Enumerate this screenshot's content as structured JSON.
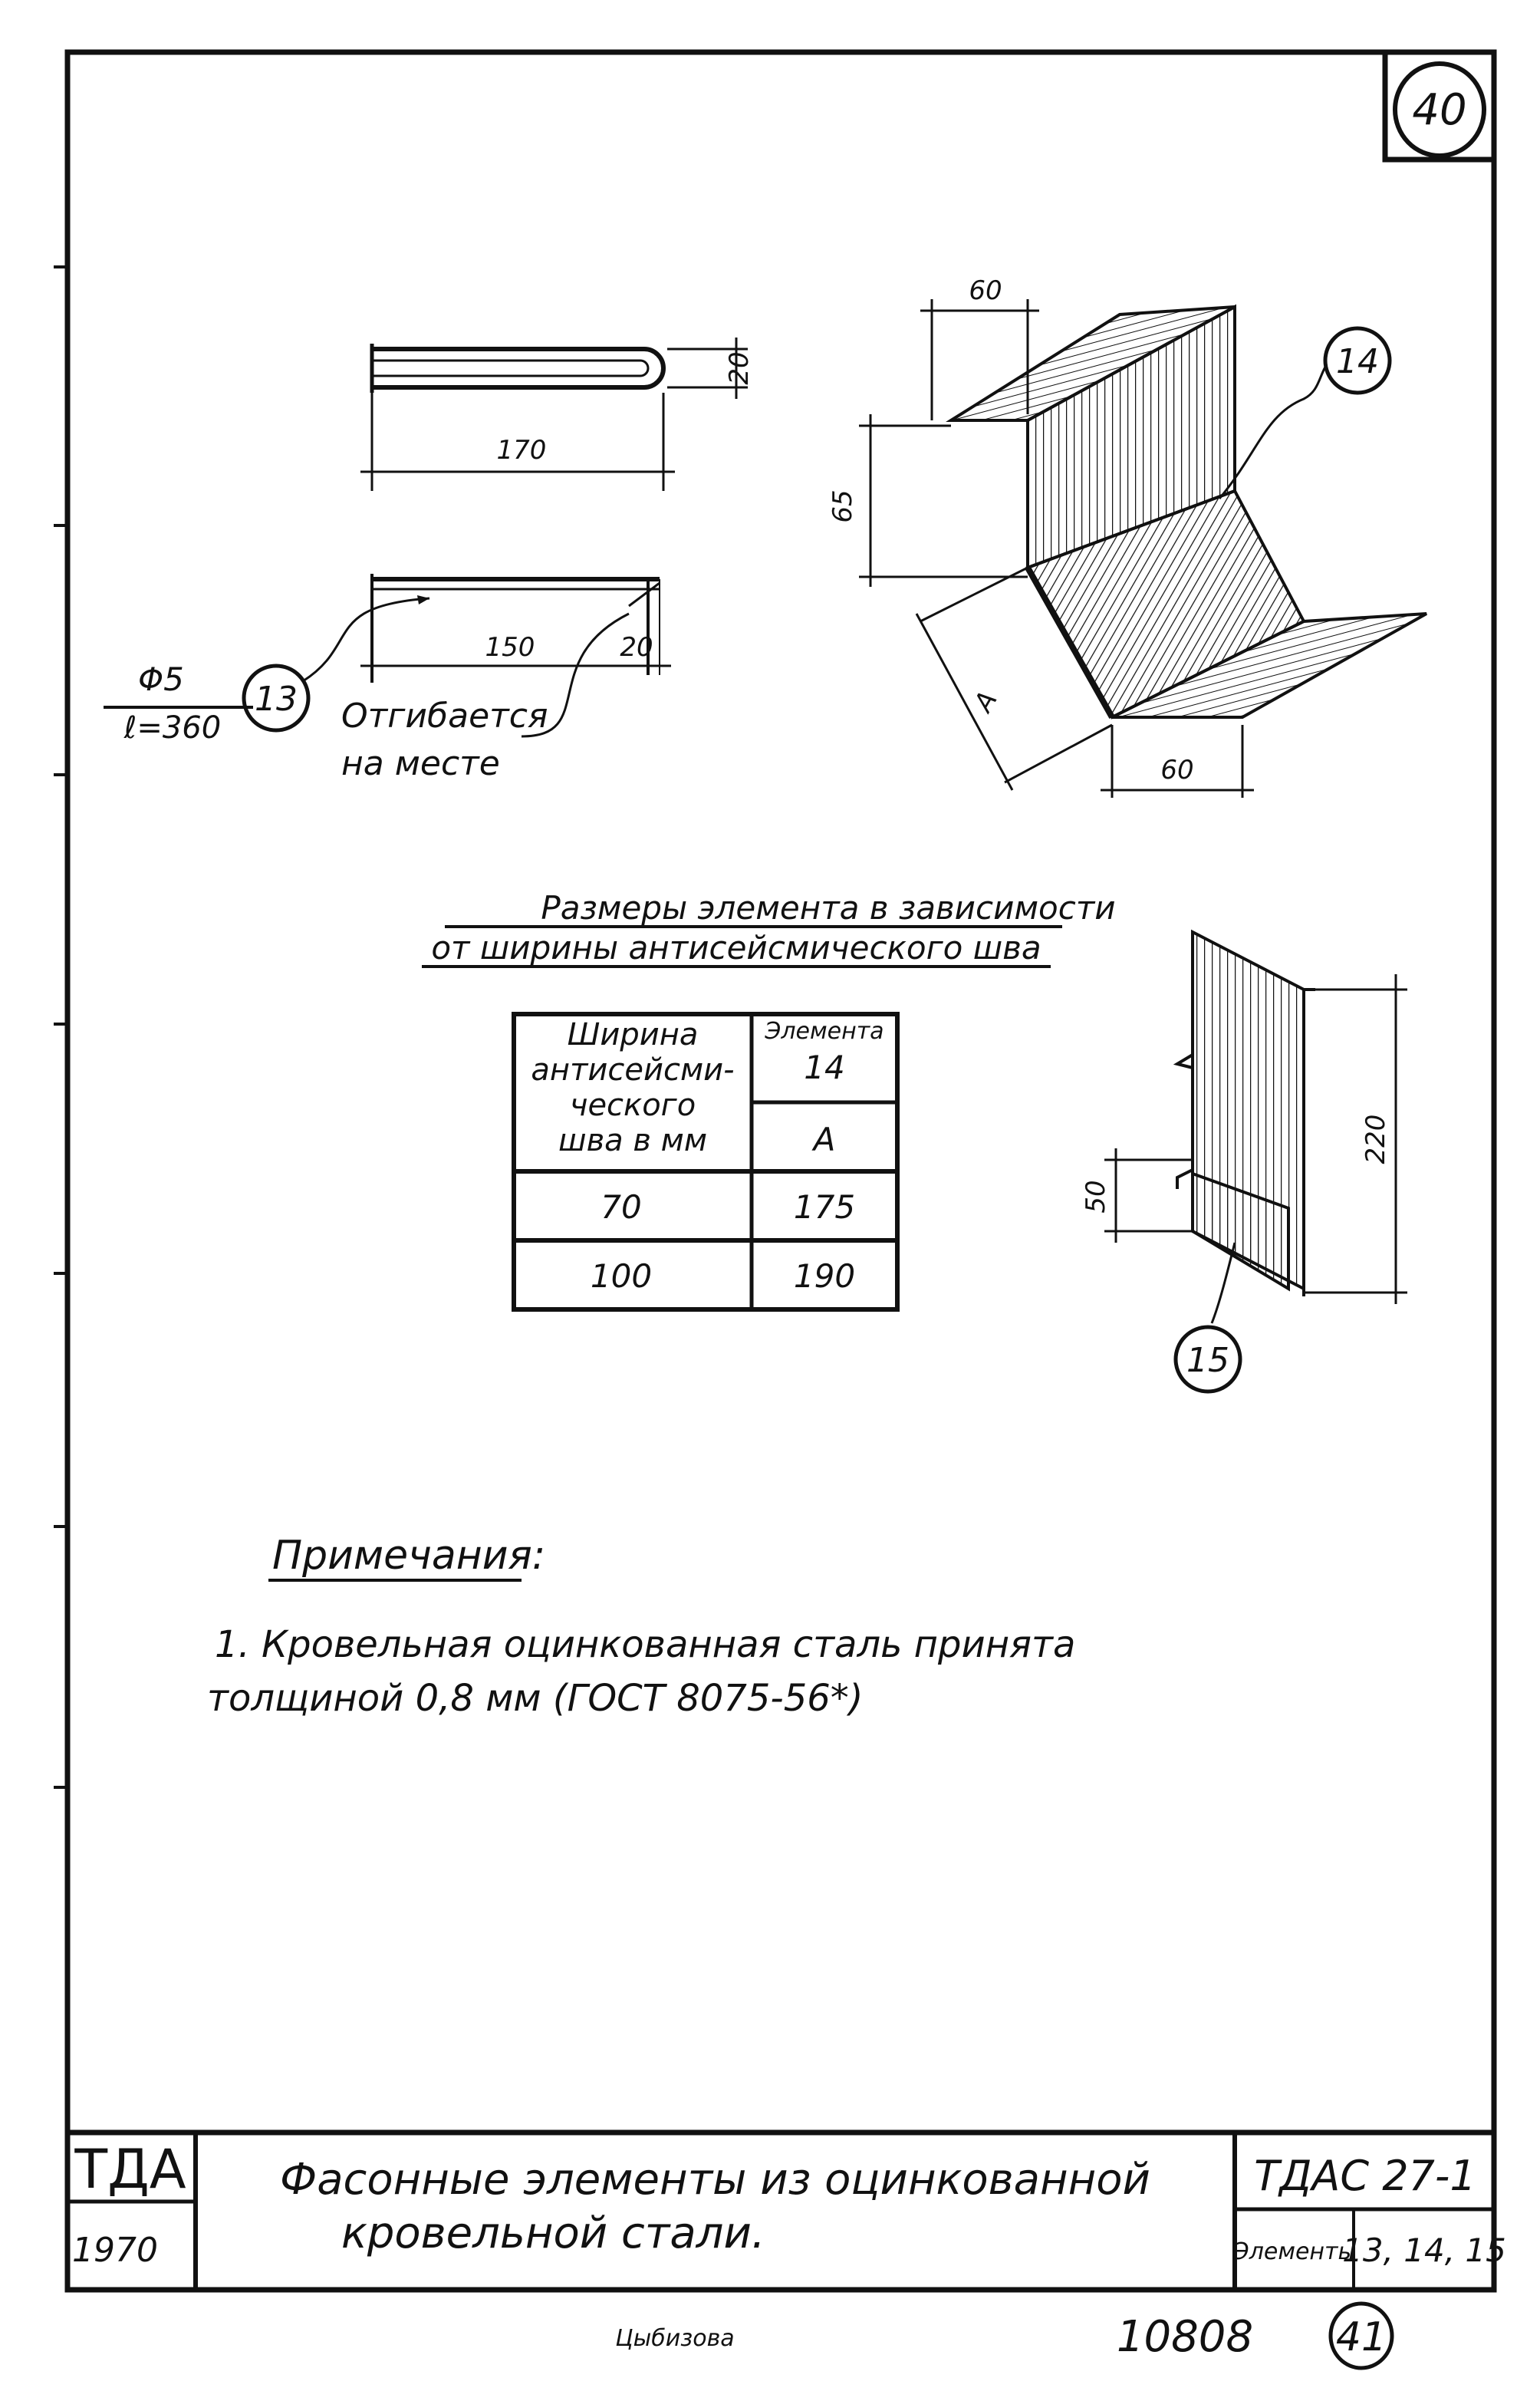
{
  "sheet": {
    "number": "40",
    "footer_number": "41",
    "archive_number": "10808",
    "signature": "Цыбизова"
  },
  "parts": {
    "p13": {
      "callout": "13",
      "diameter": "Φ5",
      "length": "ℓ=360",
      "top_length": "170",
      "top_height": "20",
      "bottom_length": "150",
      "bottom_height": "20",
      "note": "Отгибается",
      "note2": "на месте"
    },
    "p14": {
      "callout": "14",
      "dim_top": "60",
      "dim_height": "65",
      "dim_a": "A",
      "dim_bottom": "60"
    },
    "p15": {
      "callout": "15",
      "dim_small": "50",
      "dim_total": "220"
    }
  },
  "table": {
    "title_line1": "Размеры элемента в зависимости",
    "title_line2": "от ширины антисейсмического шва",
    "header_left": [
      "Ширина",
      "антисейсми-",
      "ческого",
      "шва в мм"
    ],
    "header_right_top": [
      "Элемента",
      "14"
    ],
    "header_right_bottom": "A",
    "rows": [
      {
        "width": "70",
        "a": "175"
      },
      {
        "width": "100",
        "a": "190"
      }
    ]
  },
  "notes": {
    "heading": "Примечания:",
    "line1": "1. Кровельная оцинкованная сталь принята",
    "line2": "толщиной 0,8 мм (ГОСТ 8075-56*)"
  },
  "titleblock": {
    "org": "ТДА",
    "year": "1970",
    "title_line1": "Фасонные элементы из оцинкованной",
    "title_line2": "кровельной стали.",
    "series": "ТДАС 27-1",
    "elements_label": "Элементы",
    "elements_values": "13, 14, 15"
  }
}
